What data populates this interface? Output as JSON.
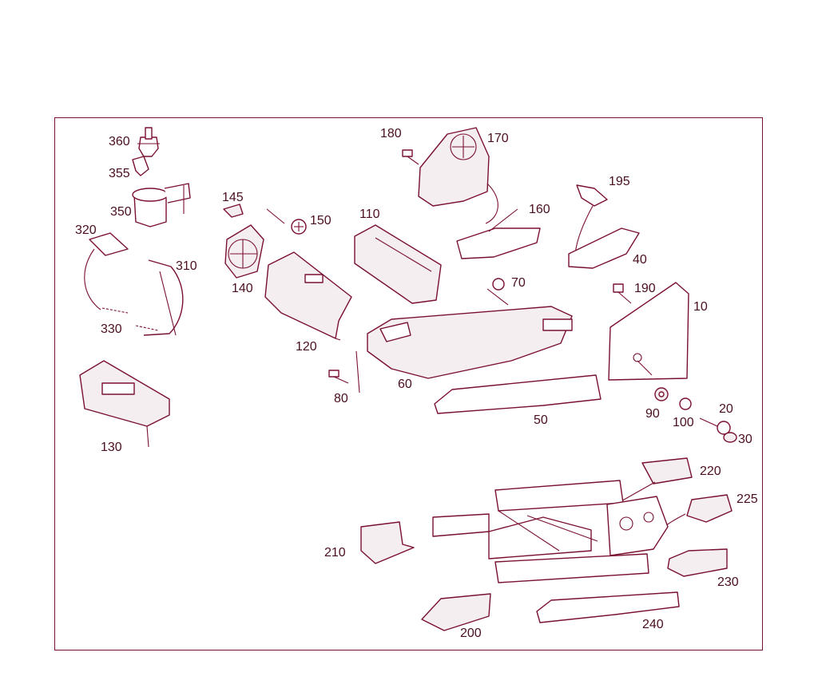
{
  "colors": {
    "line": "#7a1030",
    "text": "#4a0f1e",
    "background": "#ffffff"
  },
  "callouts": {
    "p360": "360",
    "p355": "355",
    "p350": "350",
    "p320": "320",
    "p310": "310",
    "p330": "330",
    "p130": "130",
    "p145": "145",
    "p140": "140",
    "p150": "150",
    "p120": "120",
    "p180": "180",
    "p170": "170",
    "p160": "160",
    "p110": "110",
    "p70": "70",
    "p80": "80",
    "p60": "60",
    "p50": "50",
    "p195": "195",
    "p40": "40",
    "p190": "190",
    "p10": "10",
    "p90": "90",
    "p100": "100",
    "p20": "20",
    "p30": "30",
    "p220": "220",
    "p225": "225",
    "p210": "210",
    "p230": "230",
    "p200": "200",
    "p240": "240"
  }
}
